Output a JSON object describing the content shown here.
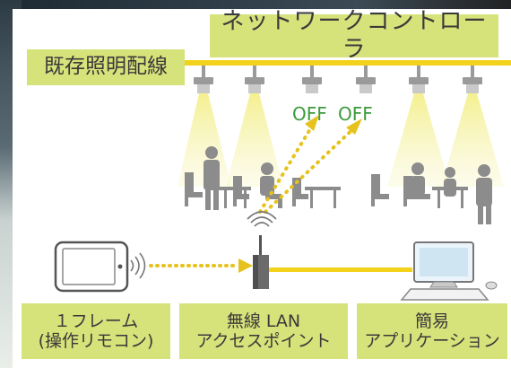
{
  "diagram": {
    "network_controller_label": "ネットワークコントローラ",
    "existing_wiring_label": "既存照明配線",
    "off_labels": [
      "OFF",
      "OFF"
    ],
    "bottom_labels": [
      {
        "line1": "１フレーム",
        "line2": "(操作リモコン)"
      },
      {
        "line1": "無線 LAN",
        "line2": "アクセスポイント"
      },
      {
        "line1": "簡易",
        "line2": "アプリケーション"
      }
    ],
    "colors": {
      "accent_yellow": "#f2d21a",
      "label_green": "#d6e27a",
      "light_cone": "#f1ee9c",
      "dotted_signal": "#e7c21c",
      "silhouette": "#8c8c8c"
    }
  }
}
